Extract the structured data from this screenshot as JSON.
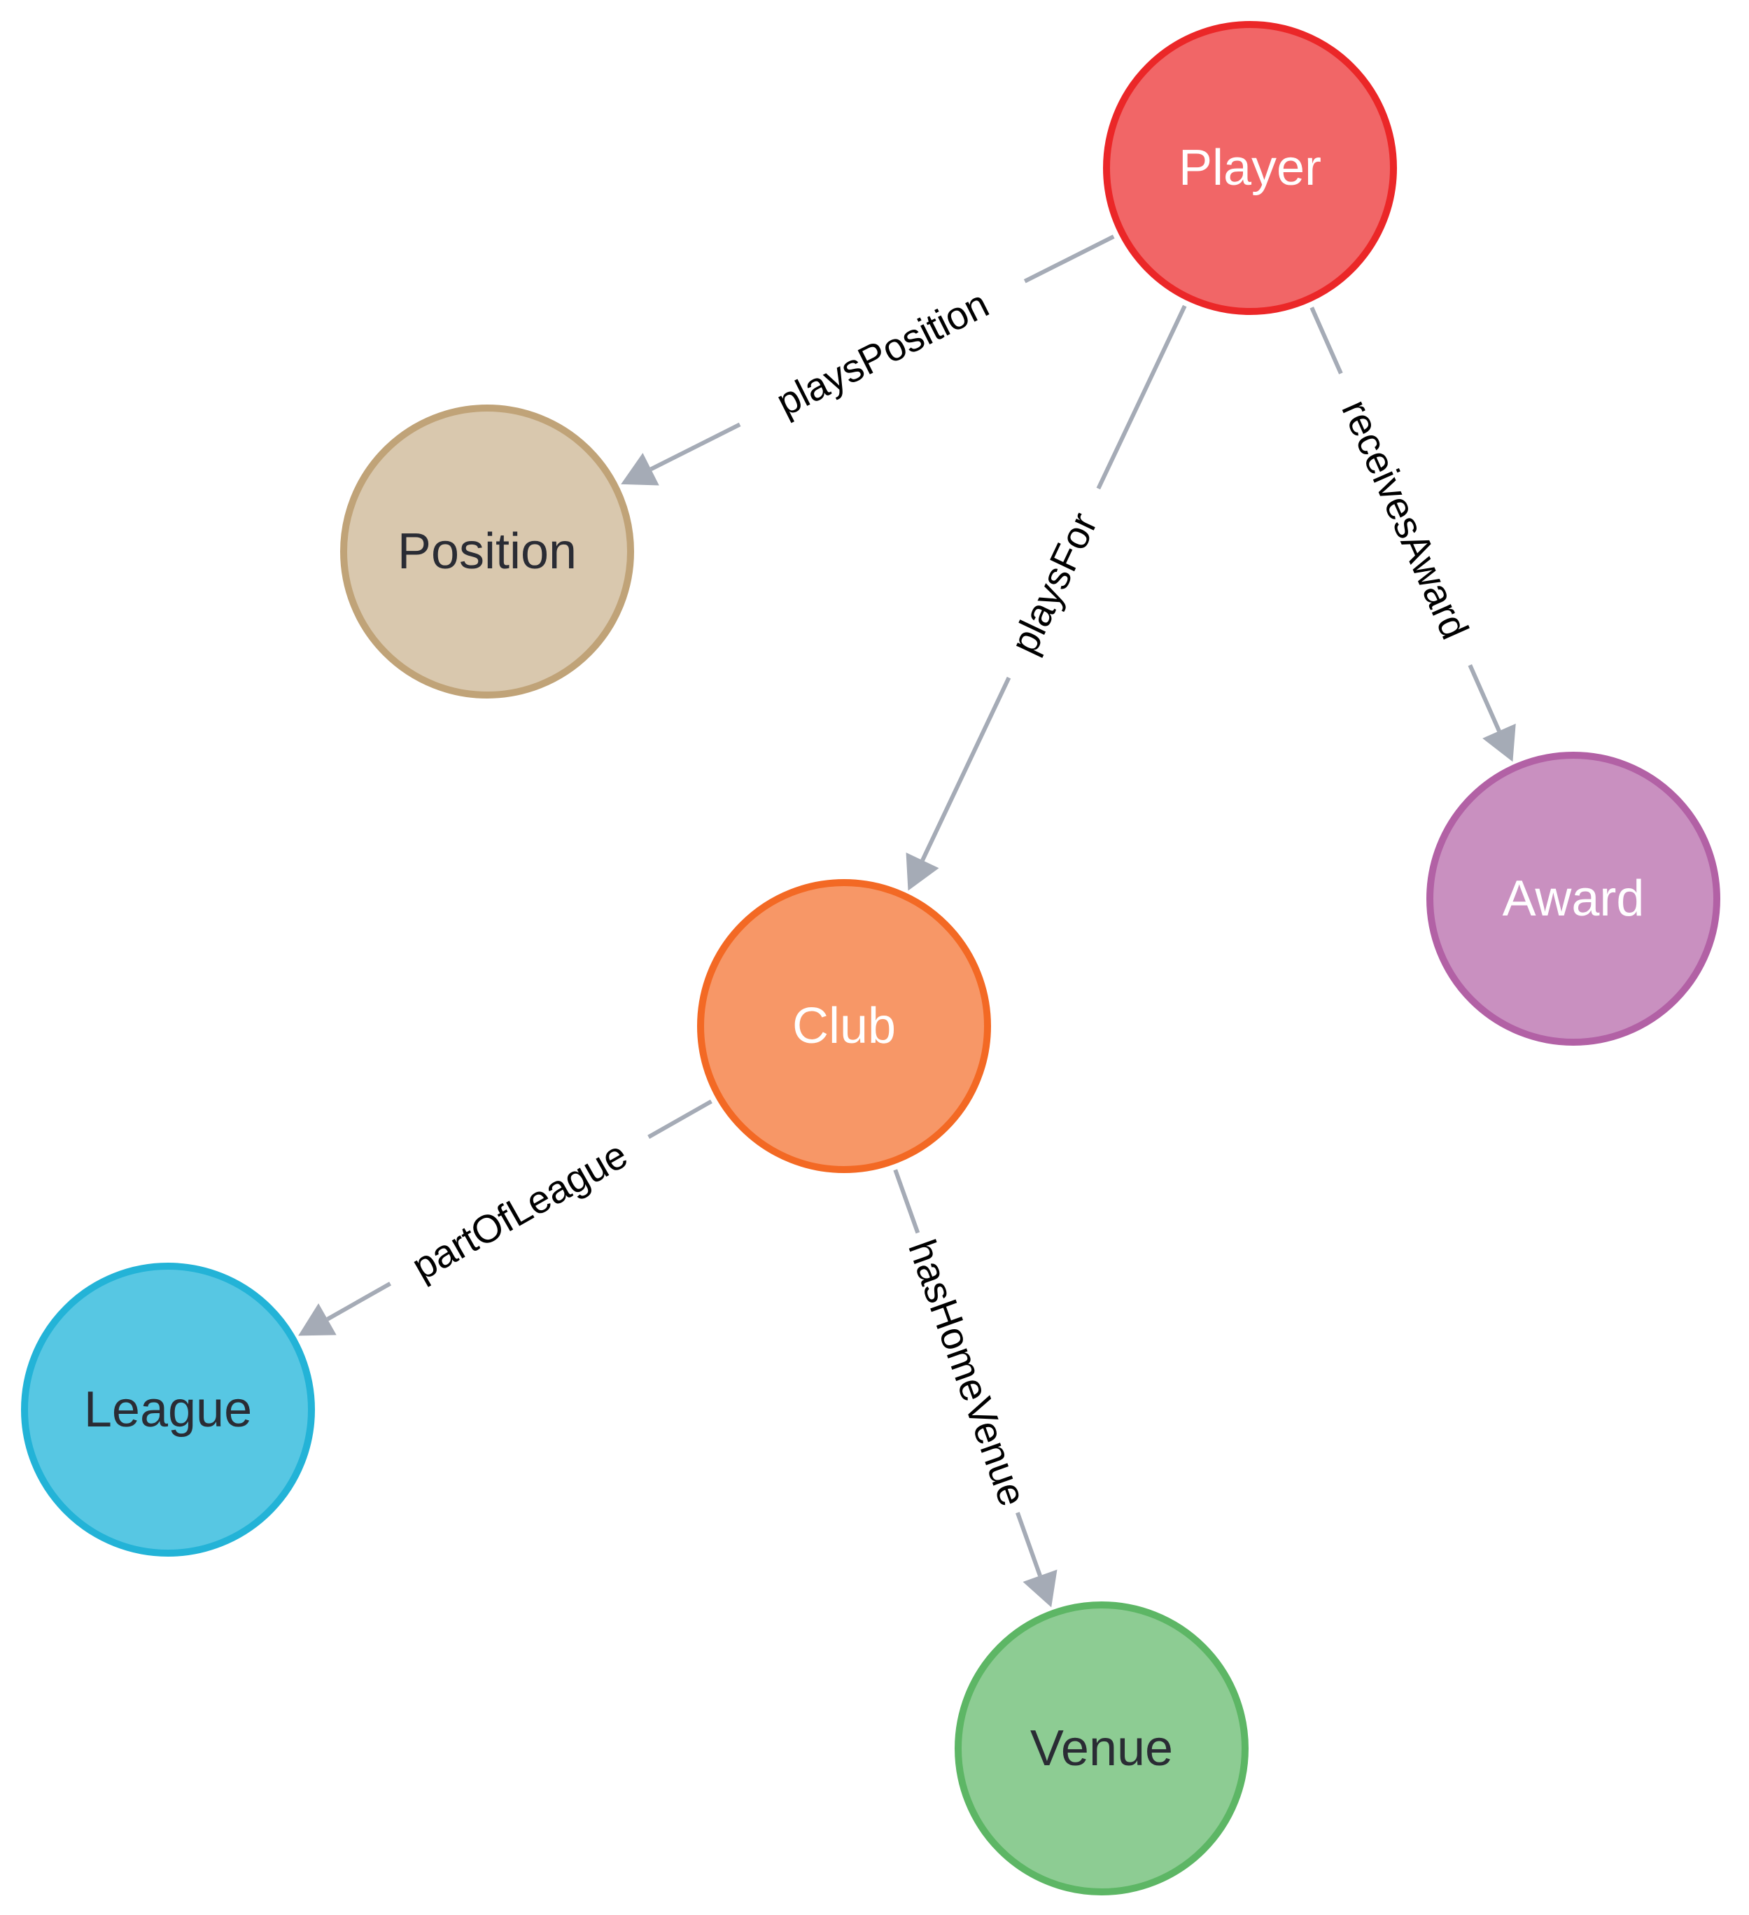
{
  "diagram": {
    "edge_color": "#A5ABB6",
    "nodes": [
      {
        "id": "player",
        "label": "Player",
        "fill": "#F16667",
        "stroke": "#EB2728",
        "text_color": "#FFFFFF"
      },
      {
        "id": "position",
        "label": "Position",
        "fill": "#D9C8AE",
        "stroke": "#C0A378",
        "text_color": "#2A2C34"
      },
      {
        "id": "club",
        "label": "Club",
        "fill": "#F79767",
        "stroke": "#F36924",
        "text_color": "#FFFFFF"
      },
      {
        "id": "award",
        "label": "Award",
        "fill": "#C990C0",
        "stroke": "#B261A5",
        "text_color": "#FFFFFF"
      },
      {
        "id": "league",
        "label": "League",
        "fill": "#57C7E3",
        "stroke": "#23B3D7",
        "text_color": "#2A2C34"
      },
      {
        "id": "venue",
        "label": "Venue",
        "fill": "#8DCC93",
        "stroke": "#5DB665",
        "text_color": "#2A2C34"
      }
    ],
    "edges": [
      {
        "id": "playsPosition",
        "from": "player",
        "to": "position",
        "label": "playsPosition"
      },
      {
        "id": "playsFor",
        "from": "player",
        "to": "club",
        "label": "playsFor"
      },
      {
        "id": "receivesAward",
        "from": "player",
        "to": "award",
        "label": "receivesAward"
      },
      {
        "id": "partOfLeague",
        "from": "club",
        "to": "league",
        "label": "partOfLeague"
      },
      {
        "id": "hasHomeVenue",
        "from": "club",
        "to": "venue",
        "label": "hasHomeVenue"
      }
    ]
  }
}
